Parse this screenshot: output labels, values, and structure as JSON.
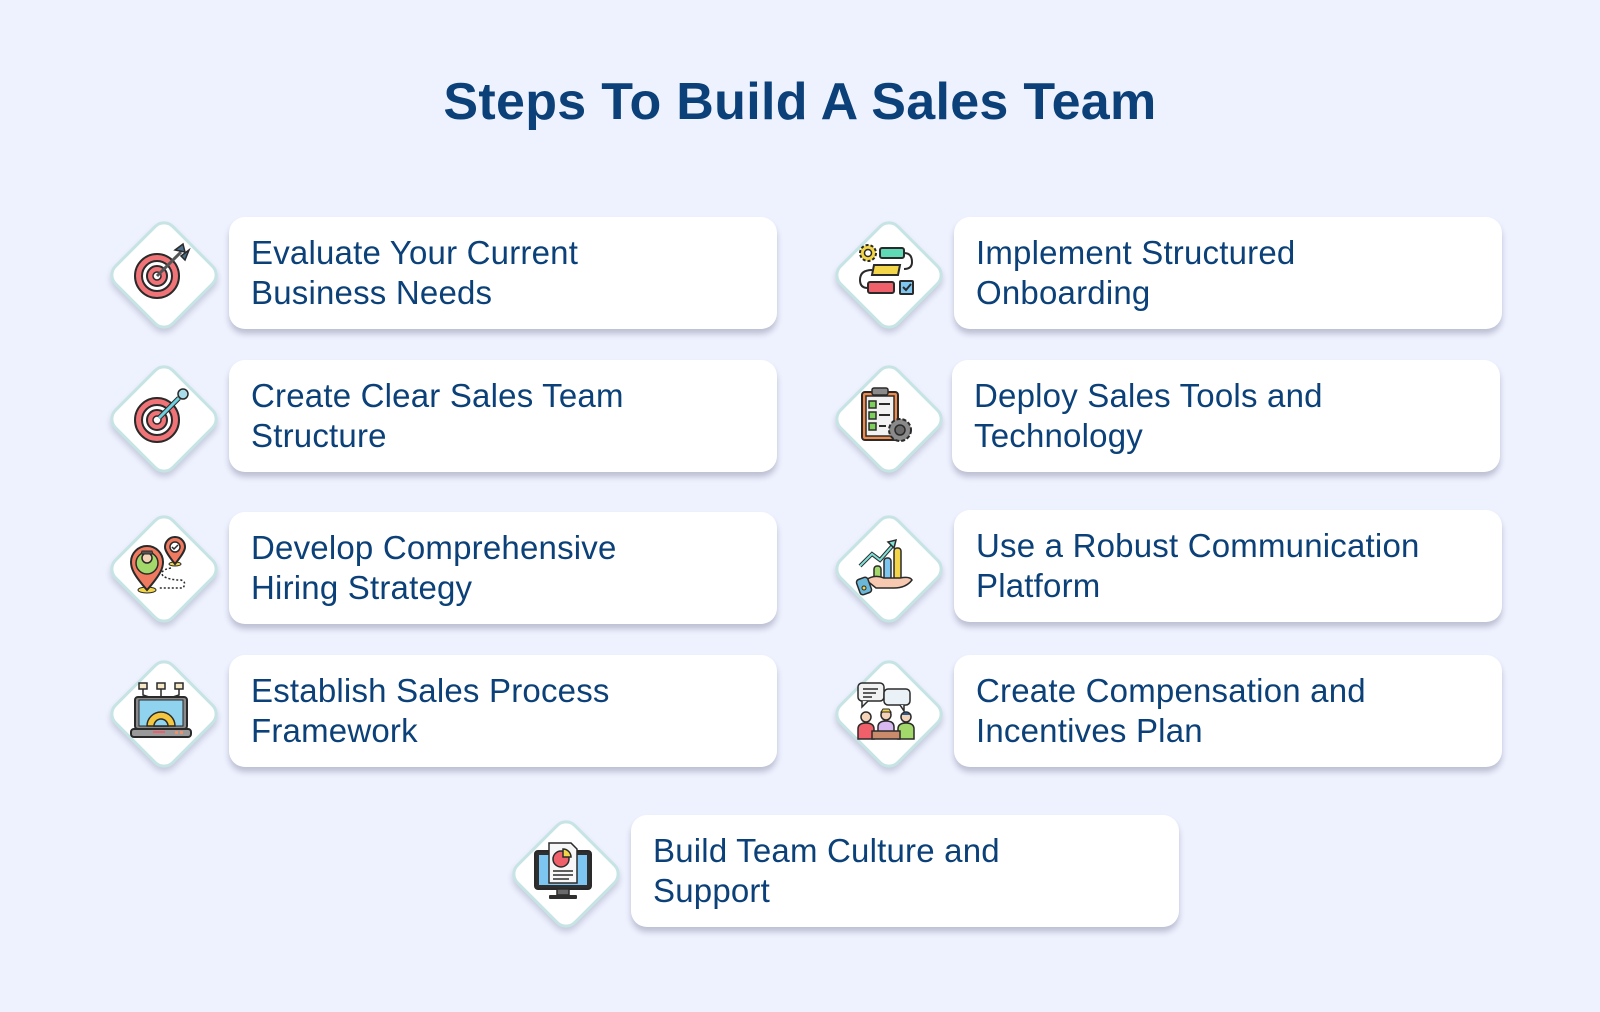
{
  "title": "Steps To Build A Sales Team",
  "colors": {
    "background": "#eef1fe",
    "title": "#0b4178",
    "card_text": "#0b4178",
    "card_bg": "#ffffff",
    "diamond_border": "#c6e4e4"
  },
  "steps": [
    {
      "label": "Evaluate Your Current\nBusiness Needs",
      "icon": "target-arrow-icon"
    },
    {
      "label": "Implement Structured\nOnboarding",
      "icon": "workflow-gear-icon"
    },
    {
      "label": "Create Clear Sales Team\nStructure",
      "icon": "target-dart-icon"
    },
    {
      "label": "Deploy Sales Tools and\nTechnology",
      "icon": "clipboard-gear-icon"
    },
    {
      "label": "Develop Comprehensive\nHiring Strategy",
      "icon": "candidate-location-icon"
    },
    {
      "label": "Use a Robust Communication\nPlatform",
      "icon": "growth-chart-hand-icon"
    },
    {
      "label": "Establish Sales Process\nFramework",
      "icon": "laptop-gear-icon"
    },
    {
      "label": "Create Compensation and\nIncentives Plan",
      "icon": "team-meeting-icon"
    },
    {
      "label": "Build Team Culture and\nSupport",
      "icon": "monitor-report-icon"
    }
  ]
}
